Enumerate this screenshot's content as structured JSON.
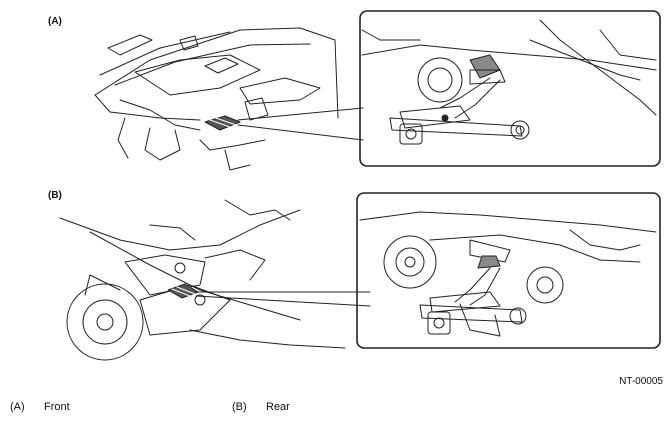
{
  "figure": {
    "label_a": "(A)",
    "label_b": "(B)",
    "code": "NT-00005"
  },
  "legend": [
    {
      "key": "(A)",
      "text": "Front"
    },
    {
      "key": "(B)",
      "text": "Rear"
    }
  ]
}
